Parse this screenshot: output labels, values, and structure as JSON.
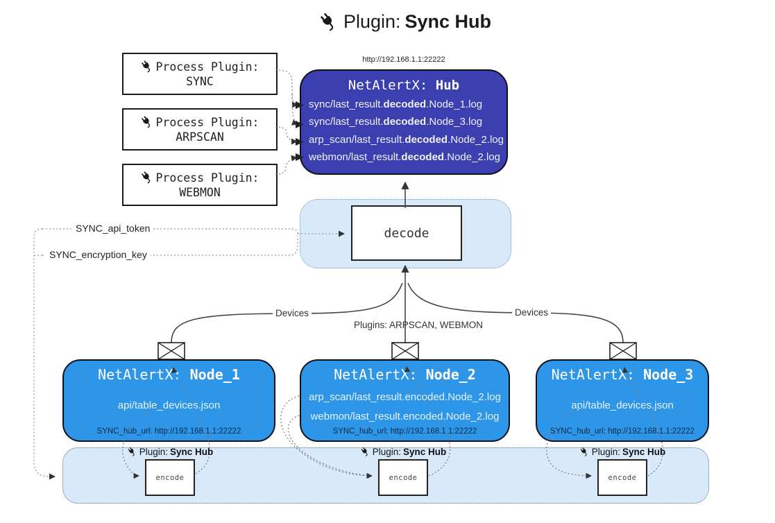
{
  "title": {
    "prefix": "Plugin: ",
    "bold": "Sync Hub"
  },
  "process_plugins": [
    {
      "label": "Process Plugin:",
      "name": "SYNC"
    },
    {
      "label": "Process Plugin:",
      "name": "ARPSCAN"
    },
    {
      "label": "Process Plugin:",
      "name": "WEBMON"
    }
  ],
  "hub": {
    "url": "http://192.168.1.1:22222",
    "title_prefix": "NetAlertX: ",
    "title_bold": "Hub",
    "logs": [
      {
        "pre": "sync/last_result.",
        "bold": "decoded",
        "post": ".Node_1.log"
      },
      {
        "pre": "sync/last_result.",
        "bold": "decoded",
        "post": ".Node_3.log"
      },
      {
        "pre": "arp_scan/last_result.",
        "bold": "decoded",
        "post": ".Node_2.log"
      },
      {
        "pre": "webmon/last_result.",
        "bold": "decoded",
        "post": ".Node_2.log"
      }
    ]
  },
  "decode_box": {
    "label": "decode"
  },
  "settings": {
    "api_token": "SYNC_api_token",
    "encryption_key": "SYNC_encryption_key"
  },
  "edge_labels": {
    "devices_left": "Devices",
    "plugins_middle": "Plugins: ARPSCAN, WEBMON",
    "devices_right": "Devices"
  },
  "nodes": [
    {
      "title_prefix": "NetAlertX: ",
      "title_bold": "Node_1",
      "files": [
        "api/table_devices.json"
      ],
      "hub_url": "SYNC_hub_url: http://192.168.1.1:22222"
    },
    {
      "title_prefix": "NetAlertX: ",
      "title_bold": "Node_2",
      "files": [
        "arp_scan/last_result.encoded.Node_2.log",
        "webmon/last_result.encoded.Node_2.log"
      ],
      "hub_url": "SYNC_hub_url: http://192.168.1.1:22222"
    },
    {
      "title_prefix": "NetAlertX: ",
      "title_bold": "Node_3",
      "files": [
        "api/table_devices.json"
      ],
      "hub_url": "SYNC_hub_url: http://192.168.1.1:22222"
    }
  ],
  "encoders": [
    {
      "label_prefix": "Plugin: ",
      "label_bold": "Sync Hub",
      "box_label": "encode"
    },
    {
      "label_prefix": "Plugin: ",
      "label_bold": "Sync Hub",
      "box_label": "encode"
    },
    {
      "label_prefix": "Plugin: ",
      "label_bold": "Sync Hub",
      "box_label": "encode"
    }
  ],
  "colors": {
    "hub_fill": "#3C3FAF",
    "node_fill": "#2E96E8",
    "panel_fill": "#D8E9FA",
    "line_dark": "#333333"
  }
}
